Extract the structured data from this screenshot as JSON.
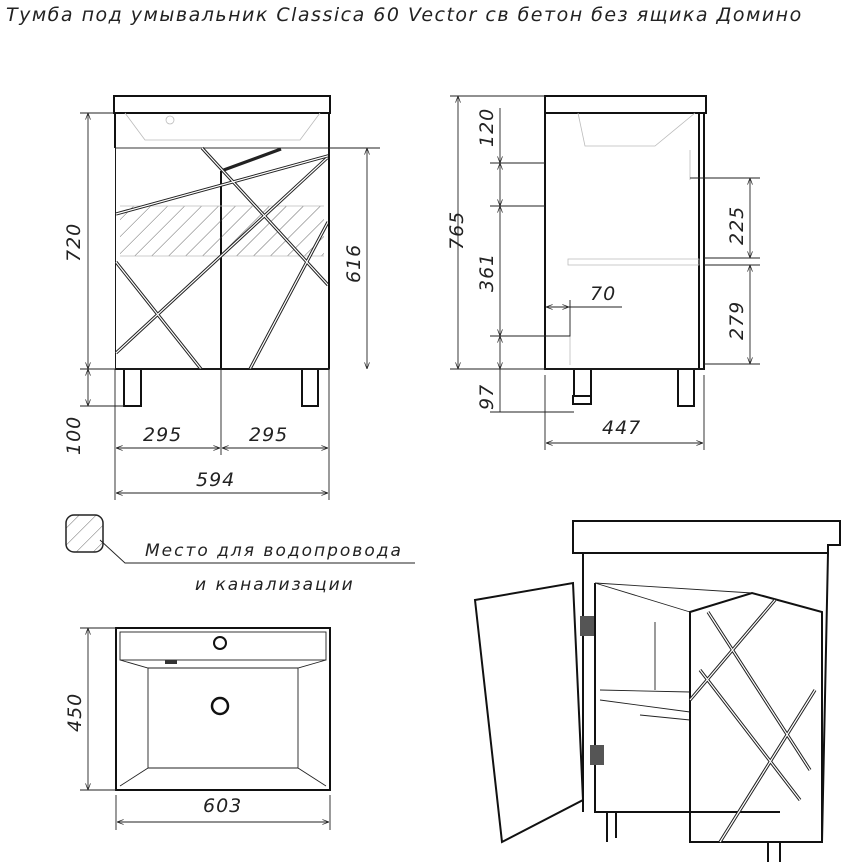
{
  "title": "Тумба под умывальник Classica 60 Vector св бетон без ящика Домино",
  "front_view": {
    "height_720": "720",
    "leg_100": "100",
    "door_616": "616",
    "door_left_295": "295",
    "door_right_295": "295",
    "width_594": "594"
  },
  "side_view": {
    "total_765": "765",
    "top_120": "120",
    "mid_361": "361",
    "leg_97": "97",
    "hinge_225": "225",
    "hinge_279": "279",
    "offset_70": "70",
    "depth_447": "447"
  },
  "legend": {
    "line1": "Место для водопровода",
    "line2": "и канализации"
  },
  "top_view": {
    "depth_450": "450",
    "width_603": "603"
  }
}
